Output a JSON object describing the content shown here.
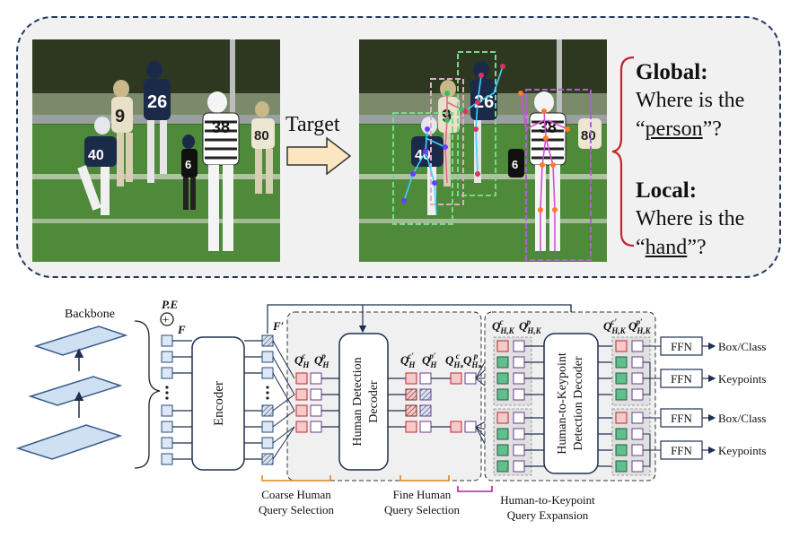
{
  "top": {
    "target_label": "Target",
    "global_heading": "Global:",
    "global_question_line1": "Where is the",
    "global_open_quote": "“",
    "global_term": "person",
    "global_close": "”?",
    "local_heading": "Local:",
    "local_question_line1": "Where is the",
    "local_open_quote": "“",
    "local_term": "hand",
    "local_close": "”?",
    "jersey_numbers": [
      "9",
      "26",
      "38",
      "40",
      "6",
      "80"
    ]
  },
  "diagram": {
    "backbone_label": "Backbone",
    "pe_label": "P.E",
    "plus_symbol": "+",
    "f_label": "F",
    "f_prime_label": "F′",
    "encoder_label": "Encoder",
    "human_decoder_label_line1": "Human Detection",
    "human_decoder_label_line2": "Decoder",
    "kpt_decoder_label_line1": "Human-to-Keypoint",
    "kpt_decoder_label_line2": "Detection Decoder",
    "q_labels": {
      "qhc": "Q",
      "qhc_sub": "H",
      "qhc_sup": "c",
      "qhp": "Q",
      "qhp_sub": "H",
      "qhp_sup": "p",
      "qhc_prime_sup": "c′",
      "qhp_prime_sup": "p′",
      "qhs_sub": "Hₛ",
      "qhk_sub": "H,K"
    },
    "ffn_label": "FFN",
    "outputs": [
      "Box/Class",
      "Keypoints",
      "Box/Class",
      "Keypoints"
    ],
    "stage_labels": {
      "coarse_line1": "Coarse Human",
      "coarse_line2": "Query Selection",
      "fine_line1": "Fine Human",
      "fine_line2": "Query Selection",
      "expand_line1": "Human-to-Keypoint",
      "expand_line2": "Query Expansion"
    },
    "colors": {
      "token_blue": "#dce8f6",
      "token_border": "#2a4a7a",
      "query_red": "#f6c9cb",
      "query_red_border": "#c0262c",
      "query_purple_border": "#6a3c8a",
      "query_green": "#5fbf8f",
      "bracket_orange": "#e0841e",
      "bracket_magenta": "#c2189a"
    }
  }
}
